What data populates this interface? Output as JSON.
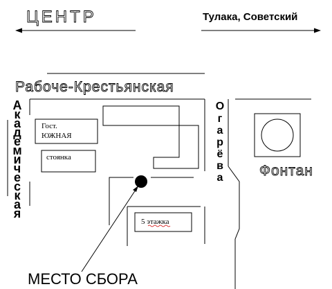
{
  "directions": {
    "left": "ЦЕНТР",
    "right": "Тулака, Советский"
  },
  "streets": {
    "horizontal": "Рабоче-Крестьянская",
    "vertical_left": "Академическая",
    "vertical_right": "Огарёва"
  },
  "buildings": {
    "hotel_line1": "Гост.",
    "hotel_line2": "ЮЖНАЯ",
    "parking": "стоянка",
    "five_floor": "5 этажка"
  },
  "landmarks": {
    "fountain": "Фонтан"
  },
  "meeting_point": {
    "label": "МЕСТО СБОРА"
  },
  "colors": {
    "ink": "#000000",
    "paper": "#ffffff",
    "misspelling_underline": "#d00000"
  }
}
